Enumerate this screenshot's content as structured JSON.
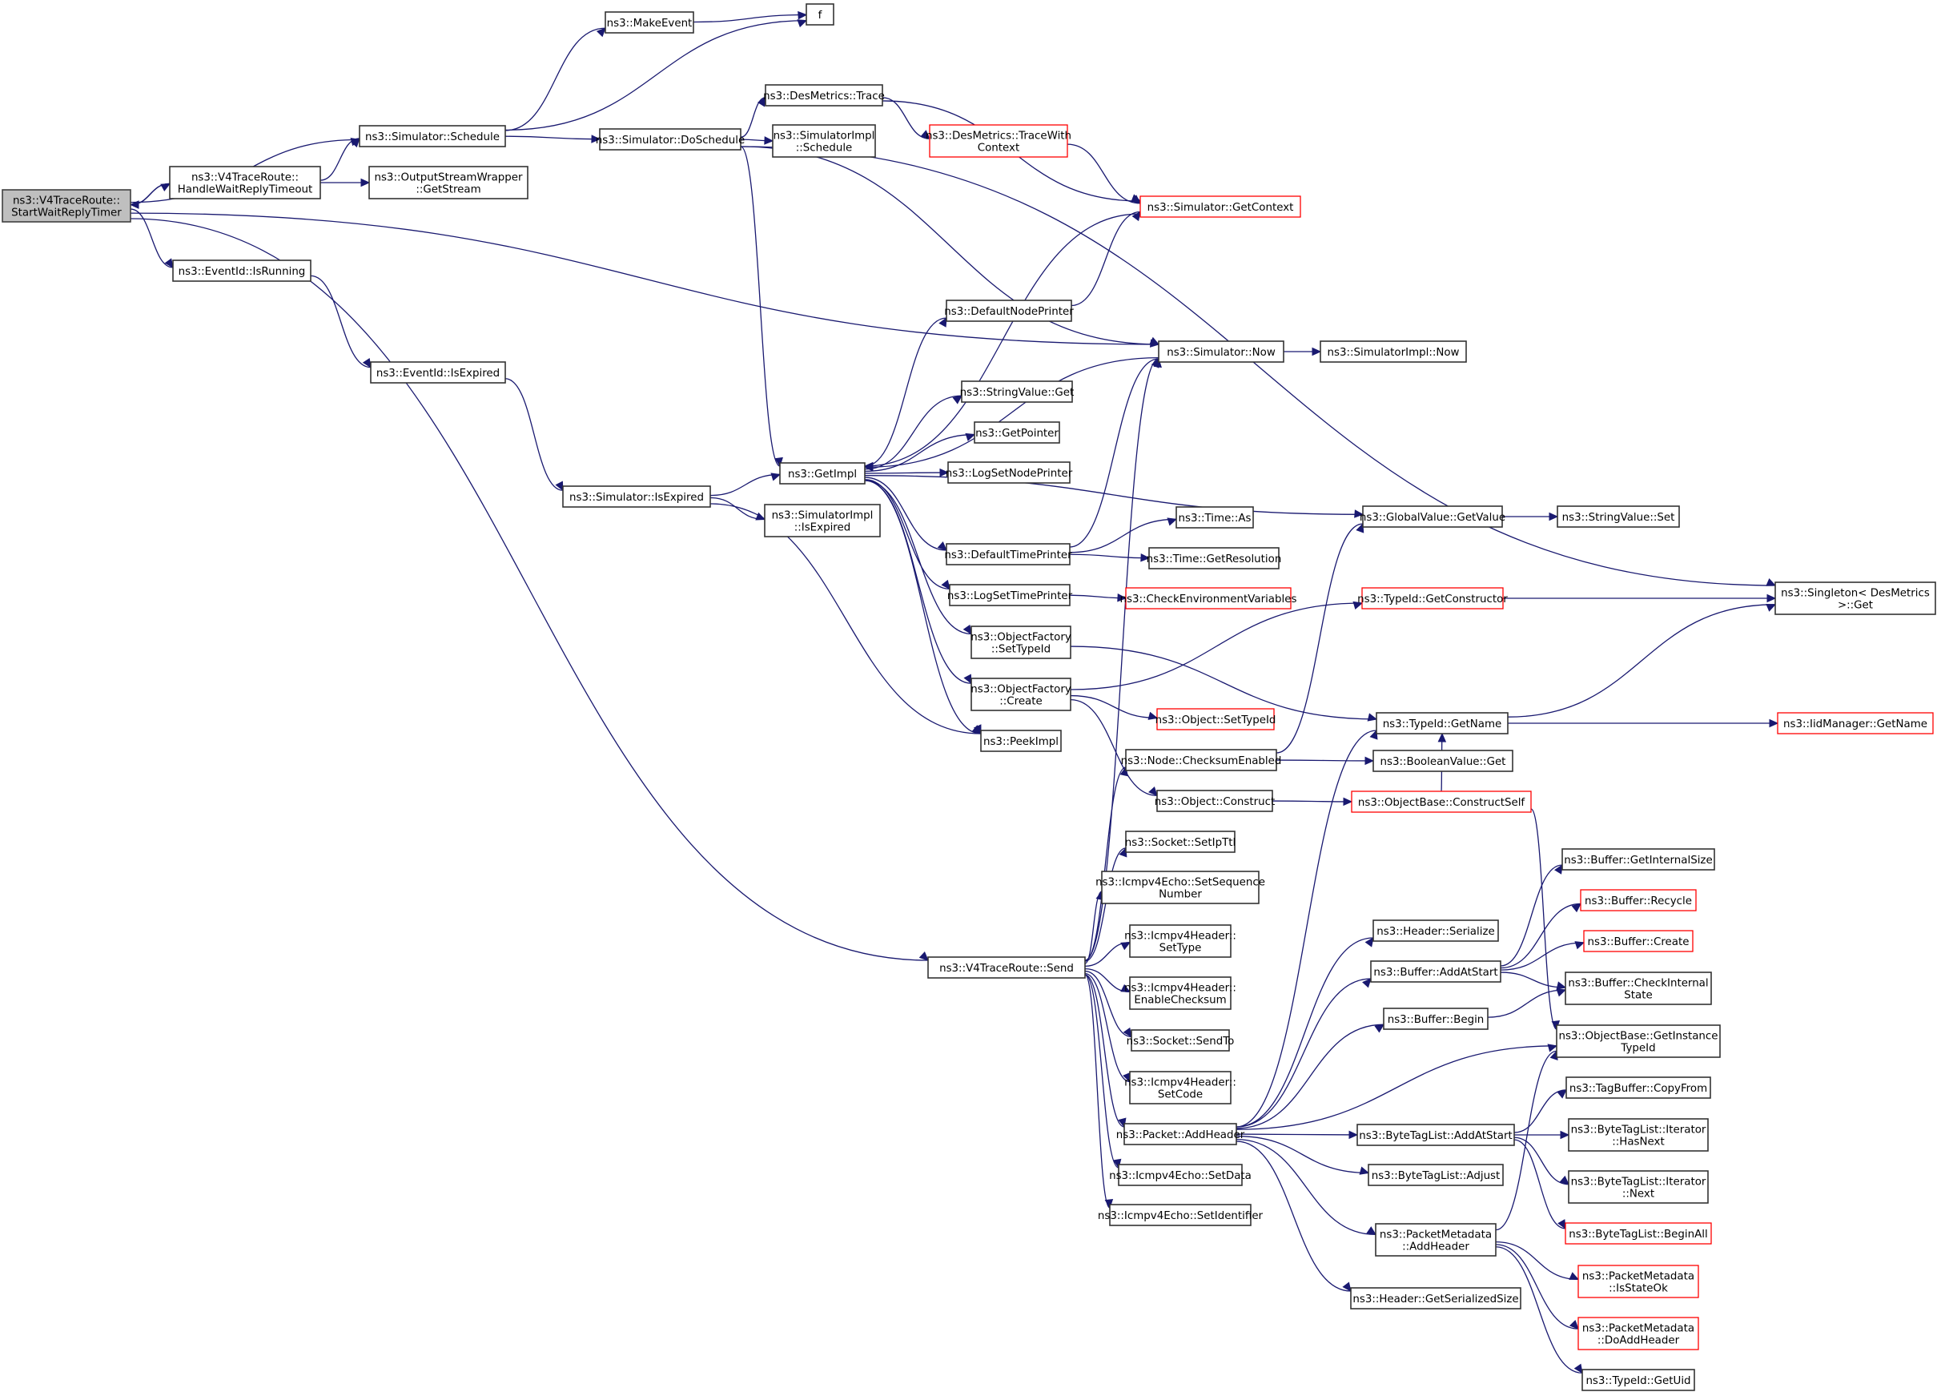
{
  "diagram": {
    "type": "call-graph",
    "root": "StartWaitReplyTimer",
    "colors": {
      "edge": "#191970",
      "node_border": "#333333",
      "truncated_node_border": "#ff0000",
      "root_fill": "#bfbfbf",
      "node_fill": "#ffffff"
    },
    "nodes": [
      {
        "id": "StartWaitReplyTimer",
        "lines": [
          "ns3::V4TraceRoute::",
          "StartWaitReplyTimer"
        ],
        "style": "root"
      },
      {
        "id": "HandleWaitReplyTimeout",
        "lines": [
          "ns3::V4TraceRoute::",
          "HandleWaitReplyTimeout"
        ],
        "style": "normal"
      },
      {
        "id": "EventIdIsRunning",
        "lines": [
          "ns3::EventId::IsRunning"
        ],
        "style": "normal"
      },
      {
        "id": "V4TraceRouteSend",
        "lines": [
          "ns3::V4TraceRoute::Send"
        ],
        "style": "normal"
      },
      {
        "id": "SimulatorSchedule",
        "lines": [
          "ns3::Simulator::Schedule"
        ],
        "style": "normal"
      },
      {
        "id": "GetStream",
        "lines": [
          "ns3::OutputStreamWrapper",
          "::GetStream"
        ],
        "style": "normal"
      },
      {
        "id": "EventIdIsExpired",
        "lines": [
          "ns3::EventId::IsExpired"
        ],
        "style": "normal"
      },
      {
        "id": "MakeEvent",
        "lines": [
          "ns3::MakeEvent"
        ],
        "style": "normal"
      },
      {
        "id": "f",
        "lines": [
          "f"
        ],
        "style": "normal"
      },
      {
        "id": "DoSchedule",
        "lines": [
          "ns3::Simulator::DoSchedule"
        ],
        "style": "normal"
      },
      {
        "id": "SimulatorIsExpired",
        "lines": [
          "ns3::Simulator::IsExpired"
        ],
        "style": "normal"
      },
      {
        "id": "DesMetricsTrace",
        "lines": [
          "ns3::DesMetrics::Trace"
        ],
        "style": "normal"
      },
      {
        "id": "SimImplSchedule",
        "lines": [
          "ns3::SimulatorImpl",
          "::Schedule"
        ],
        "style": "normal"
      },
      {
        "id": "GetImpl",
        "lines": [
          "ns3::GetImpl"
        ],
        "style": "normal"
      },
      {
        "id": "SimImplIsExpired",
        "lines": [
          "ns3::SimulatorImpl",
          "::IsExpired"
        ],
        "style": "normal"
      },
      {
        "id": "TraceWithContext",
        "lines": [
          "ns3::DesMetrics::TraceWith",
          "Context"
        ],
        "style": "truncated"
      },
      {
        "id": "DefaultNodePrinter",
        "lines": [
          "ns3::DefaultNodePrinter"
        ],
        "style": "normal"
      },
      {
        "id": "StringValueGet",
        "lines": [
          "ns3::StringValue::Get"
        ],
        "style": "normal"
      },
      {
        "id": "GetPointer",
        "lines": [
          "ns3::GetPointer"
        ],
        "style": "normal"
      },
      {
        "id": "LogSetNodePrinter",
        "lines": [
          "ns3::LogSetNodePrinter"
        ],
        "style": "normal"
      },
      {
        "id": "DefaultTimePrinter",
        "lines": [
          "ns3::DefaultTimePrinter"
        ],
        "style": "normal"
      },
      {
        "id": "LogSetTimePrinter",
        "lines": [
          "ns3::LogSetTimePrinter"
        ],
        "style": "normal"
      },
      {
        "id": "OFSetTypeId",
        "lines": [
          "ns3::ObjectFactory",
          "::SetTypeId"
        ],
        "style": "normal"
      },
      {
        "id": "OFCreate",
        "lines": [
          "ns3::ObjectFactory",
          "::Create"
        ],
        "style": "normal"
      },
      {
        "id": "PeekImpl",
        "lines": [
          "ns3::PeekImpl"
        ],
        "style": "normal"
      },
      {
        "id": "SocketSetIpTtl",
        "lines": [
          "ns3::Socket::SetIpTtl"
        ],
        "style": "normal"
      },
      {
        "id": "SetSequenceNumber",
        "lines": [
          "ns3::Icmpv4Echo::SetSequence",
          "Number"
        ],
        "style": "normal"
      },
      {
        "id": "SetType",
        "lines": [
          "ns3::Icmpv4Header::",
          "SetType"
        ],
        "style": "normal"
      },
      {
        "id": "EnableChecksum",
        "lines": [
          "ns3::Icmpv4Header::",
          "EnableChecksum"
        ],
        "style": "normal"
      },
      {
        "id": "SendTo",
        "lines": [
          "ns3::Socket::SendTo"
        ],
        "style": "normal"
      },
      {
        "id": "SetCode",
        "lines": [
          "ns3::Icmpv4Header::",
          "SetCode"
        ],
        "style": "normal"
      },
      {
        "id": "PacketAddHeader",
        "lines": [
          "ns3::Packet::AddHeader"
        ],
        "style": "normal"
      },
      {
        "id": "SetData",
        "lines": [
          "ns3::Icmpv4Echo::SetData"
        ],
        "style": "normal"
      },
      {
        "id": "SetIdentifier",
        "lines": [
          "ns3::Icmpv4Echo::SetIdentifier"
        ],
        "style": "normal"
      },
      {
        "id": "GetContext",
        "lines": [
          "ns3::Simulator::GetContext"
        ],
        "style": "truncated"
      },
      {
        "id": "SimulatorNow",
        "lines": [
          "ns3::Simulator::Now"
        ],
        "style": "normal"
      },
      {
        "id": "TimeAs",
        "lines": [
          "ns3::Time::As"
        ],
        "style": "normal"
      },
      {
        "id": "TimeGetResolution",
        "lines": [
          "ns3::Time::GetResolution"
        ],
        "style": "normal"
      },
      {
        "id": "CheckEnvVars",
        "lines": [
          "ns3::CheckEnvironmentVariables"
        ],
        "style": "truncated"
      },
      {
        "id": "ObjectSetTypeId",
        "lines": [
          "ns3::Object::SetTypeId"
        ],
        "style": "truncated"
      },
      {
        "id": "ChecksumEnabled",
        "lines": [
          "ns3::Node::ChecksumEnabled"
        ],
        "style": "normal"
      },
      {
        "id": "ObjectConstruct",
        "lines": [
          "ns3::Object::Construct"
        ],
        "style": "normal"
      },
      {
        "id": "HeaderSerialize",
        "lines": [
          "ns3::Header::Serialize"
        ],
        "style": "normal"
      },
      {
        "id": "BufferAddAtStart",
        "lines": [
          "ns3::Buffer::AddAtStart"
        ],
        "style": "normal"
      },
      {
        "id": "BufferBegin",
        "lines": [
          "ns3::Buffer::Begin"
        ],
        "style": "normal"
      },
      {
        "id": "BTLAddAtStart",
        "lines": [
          "ns3::ByteTagList::AddAtStart"
        ],
        "style": "normal"
      },
      {
        "id": "BTLAdjust",
        "lines": [
          "ns3::ByteTagList::Adjust"
        ],
        "style": "normal"
      },
      {
        "id": "PMAddHeader",
        "lines": [
          "ns3::PacketMetadata",
          "::AddHeader"
        ],
        "style": "normal"
      },
      {
        "id": "GetSerializedSize",
        "lines": [
          "ns3::Header::GetSerializedSize"
        ],
        "style": "normal"
      },
      {
        "id": "SimImplNow",
        "lines": [
          "ns3::SimulatorImpl::Now"
        ],
        "style": "normal"
      },
      {
        "id": "GlobalValueGetValue",
        "lines": [
          "ns3::GlobalValue::GetValue"
        ],
        "style": "normal"
      },
      {
        "id": "GetConstructor",
        "lines": [
          "ns3::TypeId::GetConstructor"
        ],
        "style": "truncated"
      },
      {
        "id": "TypeIdGetName",
        "lines": [
          "ns3::TypeId::GetName"
        ],
        "style": "normal"
      },
      {
        "id": "BooleanValueGet",
        "lines": [
          "ns3::BooleanValue::Get"
        ],
        "style": "normal"
      },
      {
        "id": "ConstructSelf",
        "lines": [
          "ns3::ObjectBase::ConstructSelf"
        ],
        "style": "truncated"
      },
      {
        "id": "StringValueSet",
        "lines": [
          "ns3::StringValue::Set"
        ],
        "style": "normal"
      },
      {
        "id": "GetInternalSize",
        "lines": [
          "ns3::Buffer::GetInternalSize"
        ],
        "style": "normal"
      },
      {
        "id": "BufferRecycle",
        "lines": [
          "ns3::Buffer::Recycle"
        ],
        "style": "truncated"
      },
      {
        "id": "BufferCreate",
        "lines": [
          "ns3::Buffer::Create"
        ],
        "style": "truncated"
      },
      {
        "id": "CheckInternalState",
        "lines": [
          "ns3::Buffer::CheckInternal",
          "State"
        ],
        "style": "normal"
      },
      {
        "id": "GetInstanceTypeId",
        "lines": [
          "ns3::ObjectBase::GetInstance",
          "TypeId"
        ],
        "style": "normal"
      },
      {
        "id": "TagBufferCopyFrom",
        "lines": [
          "ns3::TagBuffer::CopyFrom"
        ],
        "style": "normal"
      },
      {
        "id": "IterHasNext",
        "lines": [
          "ns3::ByteTagList::Iterator",
          "::HasNext"
        ],
        "style": "normal"
      },
      {
        "id": "IterNext",
        "lines": [
          "ns3::ByteTagList::Iterator",
          "::Next"
        ],
        "style": "normal"
      },
      {
        "id": "BTLBeginAll",
        "lines": [
          "ns3::ByteTagList::BeginAll"
        ],
        "style": "truncated"
      },
      {
        "id": "PMIsStateOk",
        "lines": [
          "ns3::PacketMetadata",
          "::IsStateOk"
        ],
        "style": "truncated"
      },
      {
        "id": "PMDoAddHeader",
        "lines": [
          "ns3::PacketMetadata",
          "::DoAddHeader"
        ],
        "style": "truncated"
      },
      {
        "id": "TypeIdGetUid",
        "lines": [
          "ns3::TypeId::GetUid"
        ],
        "style": "normal"
      },
      {
        "id": "SingletonGet",
        "lines": [
          "ns3::Singleton< DesMetrics",
          ">::Get"
        ],
        "style": "normal"
      },
      {
        "id": "IidManagerGetName",
        "lines": [
          "ns3::IidManager::GetName"
        ],
        "style": "truncated"
      }
    ],
    "edges": [
      [
        "StartWaitReplyTimer",
        "SimulatorSchedule"
      ],
      [
        "StartWaitReplyTimer",
        "HandleWaitReplyTimeout"
      ],
      [
        "HandleWaitReplyTimeout",
        "StartWaitReplyTimer"
      ],
      [
        "StartWaitReplyTimer",
        "SimulatorNow"
      ],
      [
        "StartWaitReplyTimer",
        "EventIdIsRunning"
      ],
      [
        "StartWaitReplyTimer",
        "V4TraceRouteSend"
      ],
      [
        "HandleWaitReplyTimeout",
        "SimulatorSchedule"
      ],
      [
        "HandleWaitReplyTimeout",
        "GetStream"
      ],
      [
        "SimulatorSchedule",
        "MakeEvent"
      ],
      [
        "SimulatorSchedule",
        "f"
      ],
      [
        "SimulatorSchedule",
        "DoSchedule"
      ],
      [
        "MakeEvent",
        "f"
      ],
      [
        "DoSchedule",
        "SingletonGet"
      ],
      [
        "DoSchedule",
        "DesMetricsTrace"
      ],
      [
        "DoSchedule",
        "SimImplSchedule"
      ],
      [
        "DoSchedule",
        "SimulatorNow"
      ],
      [
        "DoSchedule",
        "GetImpl"
      ],
      [
        "DesMetricsTrace",
        "TraceWithContext"
      ],
      [
        "DesMetricsTrace",
        "GetContext"
      ],
      [
        "TraceWithContext",
        "GetContext"
      ],
      [
        "GetContext",
        "GetImpl"
      ],
      [
        "EventIdIsRunning",
        "EventIdIsExpired"
      ],
      [
        "EventIdIsExpired",
        "SimulatorIsExpired"
      ],
      [
        "SimulatorIsExpired",
        "GetImpl"
      ],
      [
        "SimulatorIsExpired",
        "SimImplIsExpired"
      ],
      [
        "SimulatorIsExpired",
        "PeekImpl"
      ],
      [
        "DefaultNodePrinter",
        "GetContext"
      ],
      [
        "SimulatorNow",
        "GetImpl"
      ],
      [
        "SimulatorNow",
        "SimImplNow"
      ],
      [
        "GetImpl",
        "DefaultNodePrinter"
      ],
      [
        "GetImpl",
        "StringValueGet"
      ],
      [
        "GetImpl",
        "GetPointer"
      ],
      [
        "GetImpl",
        "LogSetNodePrinter"
      ],
      [
        "GetImpl",
        "GlobalValueGetValue"
      ],
      [
        "GetImpl",
        "DefaultTimePrinter"
      ],
      [
        "GetImpl",
        "LogSetTimePrinter"
      ],
      [
        "GetImpl",
        "OFSetTypeId"
      ],
      [
        "GetImpl",
        "OFCreate"
      ],
      [
        "GetImpl",
        "PeekImpl"
      ],
      [
        "DefaultTimePrinter",
        "SimulatorNow"
      ],
      [
        "DefaultTimePrinter",
        "TimeAs"
      ],
      [
        "DefaultTimePrinter",
        "TimeGetResolution"
      ],
      [
        "LogSetTimePrinter",
        "CheckEnvVars"
      ],
      [
        "OFSetTypeId",
        "TypeIdGetName"
      ],
      [
        "OFCreate",
        "GetConstructor"
      ],
      [
        "OFCreate",
        "ObjectSetTypeId"
      ],
      [
        "OFCreate",
        "ObjectConstruct"
      ],
      [
        "GlobalValueGetValue",
        "StringValueSet"
      ],
      [
        "GetConstructor",
        "SingletonGet"
      ],
      [
        "TypeIdGetName",
        "SingletonGet"
      ],
      [
        "TypeIdGetName",
        "IidManagerGetName"
      ],
      [
        "ChecksumEnabled",
        "GlobalValueGetValue"
      ],
      [
        "ChecksumEnabled",
        "BooleanValueGet"
      ],
      [
        "ObjectConstruct",
        "ConstructSelf"
      ],
      [
        "ConstructSelf",
        "TypeIdGetName"
      ],
      [
        "ConstructSelf",
        "GetInstanceTypeId"
      ],
      [
        "V4TraceRouteSend",
        "SimulatorNow"
      ],
      [
        "V4TraceRouteSend",
        "ChecksumEnabled"
      ],
      [
        "V4TraceRouteSend",
        "SocketSetIpTtl"
      ],
      [
        "V4TraceRouteSend",
        "SetSequenceNumber"
      ],
      [
        "V4TraceRouteSend",
        "SetType"
      ],
      [
        "V4TraceRouteSend",
        "EnableChecksum"
      ],
      [
        "V4TraceRouteSend",
        "SendTo"
      ],
      [
        "V4TraceRouteSend",
        "SetCode"
      ],
      [
        "V4TraceRouteSend",
        "PacketAddHeader"
      ],
      [
        "V4TraceRouteSend",
        "SetData"
      ],
      [
        "V4TraceRouteSend",
        "SetIdentifier"
      ],
      [
        "PacketAddHeader",
        "TypeIdGetName"
      ],
      [
        "PacketAddHeader",
        "HeaderSerialize"
      ],
      [
        "PacketAddHeader",
        "BufferAddAtStart"
      ],
      [
        "PacketAddHeader",
        "BufferBegin"
      ],
      [
        "PacketAddHeader",
        "GetInstanceTypeId"
      ],
      [
        "PacketAddHeader",
        "BTLAddAtStart"
      ],
      [
        "PacketAddHeader",
        "BTLAdjust"
      ],
      [
        "PacketAddHeader",
        "PMAddHeader"
      ],
      [
        "PacketAddHeader",
        "GetSerializedSize"
      ],
      [
        "BufferAddAtStart",
        "GetInternalSize"
      ],
      [
        "BufferAddAtStart",
        "BufferRecycle"
      ],
      [
        "BufferAddAtStart",
        "BufferCreate"
      ],
      [
        "BufferAddAtStart",
        "CheckInternalState"
      ],
      [
        "BufferBegin",
        "CheckInternalState"
      ],
      [
        "BTLAddAtStart",
        "TagBufferCopyFrom"
      ],
      [
        "BTLAddAtStart",
        "IterHasNext"
      ],
      [
        "BTLAddAtStart",
        "IterNext"
      ],
      [
        "BTLAddAtStart",
        "BTLBeginAll"
      ],
      [
        "PMAddHeader",
        "GetInstanceTypeId"
      ],
      [
        "PMAddHeader",
        "PMIsStateOk"
      ],
      [
        "PMAddHeader",
        "PMDoAddHeader"
      ],
      [
        "PMAddHeader",
        "TypeIdGetUid"
      ]
    ]
  }
}
